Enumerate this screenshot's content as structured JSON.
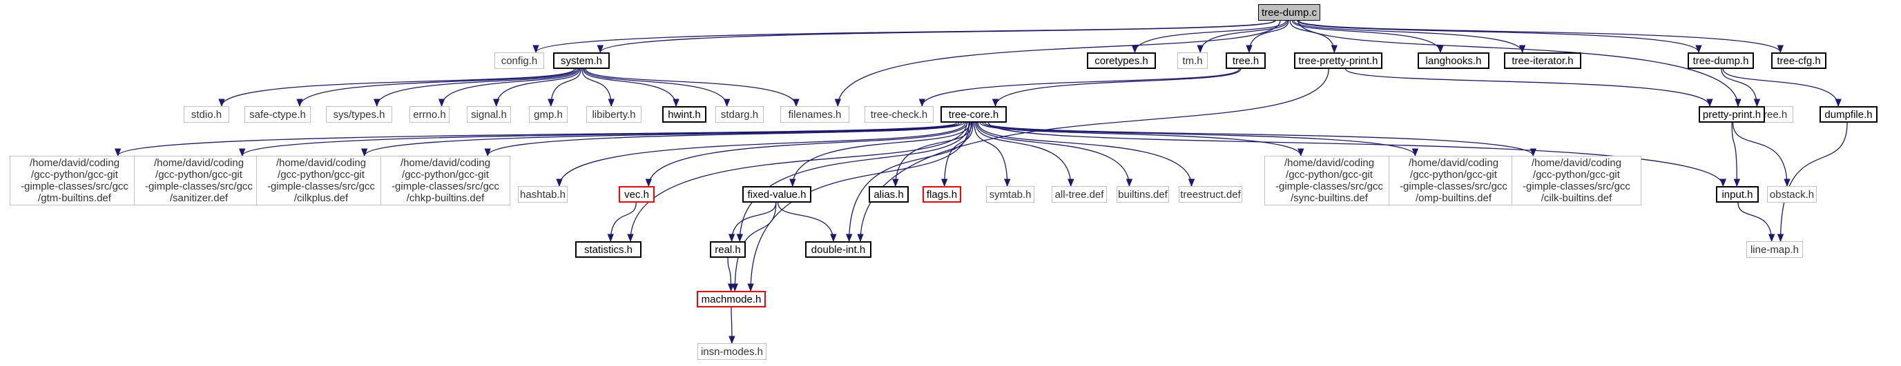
{
  "graph": {
    "colors": {
      "edge": "#191970",
      "root_fill": "#bfbfbf",
      "grey_border": "#bfbfbf",
      "red_border": "#ff0000"
    },
    "nodes": [
      {
        "id": "n0",
        "label": "tree-dump.c",
        "style": "root"
      },
      {
        "id": "n1",
        "label": "config.h",
        "style": "grey"
      },
      {
        "id": "n2",
        "label": "system.h",
        "style": "black"
      },
      {
        "id": "n3",
        "label": "coretypes.h",
        "style": "black"
      },
      {
        "id": "n4",
        "label": "tm.h",
        "style": "grey"
      },
      {
        "id": "n5",
        "label": "tree.h",
        "style": "black"
      },
      {
        "id": "n6",
        "label": "tree-pretty-print.h",
        "style": "black"
      },
      {
        "id": "n7",
        "label": "langhooks.h",
        "style": "black"
      },
      {
        "id": "n8",
        "label": "tree-iterator.h",
        "style": "black"
      },
      {
        "id": "n9",
        "label": "tree-dump.h",
        "style": "black"
      },
      {
        "id": "n10",
        "label": "tree-cfg.h",
        "style": "black"
      },
      {
        "id": "n11",
        "label": "stdio.h",
        "style": "grey"
      },
      {
        "id": "n12",
        "label": "safe-ctype.h",
        "style": "grey"
      },
      {
        "id": "n13",
        "label": "sys/types.h",
        "style": "grey"
      },
      {
        "id": "n14",
        "label": "errno.h",
        "style": "grey"
      },
      {
        "id": "n15",
        "label": "signal.h",
        "style": "grey"
      },
      {
        "id": "n16",
        "label": "gmp.h",
        "style": "grey"
      },
      {
        "id": "n17",
        "label": "libiberty.h",
        "style": "grey"
      },
      {
        "id": "n18",
        "label": "hwint.h",
        "style": "black"
      },
      {
        "id": "n19",
        "label": "stdarg.h",
        "style": "grey"
      },
      {
        "id": "n20",
        "label": "filenames.h",
        "style": "grey"
      },
      {
        "id": "n21",
        "label": "tree-check.h",
        "style": "grey"
      },
      {
        "id": "n22",
        "label": "tree-core.h",
        "style": "black"
      },
      {
        "id": "n23",
        "label": "splay-tree.h",
        "style": "grey"
      },
      {
        "id": "n24",
        "label": "pretty-print.h",
        "style": "black"
      },
      {
        "id": "n25",
        "label": "dumpfile.h",
        "style": "black"
      },
      {
        "id": "n26",
        "label": "/home/david/coding\n/gcc-python/gcc-git\n-gimple-classes/src/gcc\n/gtm-builtins.def",
        "style": "grey"
      },
      {
        "id": "n27",
        "label": "/home/david/coding\n/gcc-python/gcc-git\n-gimple-classes/src/gcc\n/sanitizer.def",
        "style": "grey"
      },
      {
        "id": "n28",
        "label": "/home/david/coding\n/gcc-python/gcc-git\n-gimple-classes/src/gcc\n/cilkplus.def",
        "style": "grey"
      },
      {
        "id": "n29",
        "label": "/home/david/coding\n/gcc-python/gcc-git\n-gimple-classes/src/gcc\n/chkp-builtins.def",
        "style": "grey"
      },
      {
        "id": "n30",
        "label": "hashtab.h",
        "style": "grey"
      },
      {
        "id": "n31",
        "label": "vec.h",
        "style": "red"
      },
      {
        "id": "n32",
        "label": "fixed-value.h",
        "style": "black"
      },
      {
        "id": "n33",
        "label": "alias.h",
        "style": "black"
      },
      {
        "id": "n34",
        "label": "flags.h",
        "style": "red"
      },
      {
        "id": "n35",
        "label": "symtab.h",
        "style": "grey"
      },
      {
        "id": "n36",
        "label": "all-tree.def",
        "style": "grey"
      },
      {
        "id": "n37",
        "label": "builtins.def",
        "style": "grey"
      },
      {
        "id": "n38",
        "label": "treestruct.def",
        "style": "grey"
      },
      {
        "id": "n39",
        "label": "/home/david/coding\n/gcc-python/gcc-git\n-gimple-classes/src/gcc\n/sync-builtins.def",
        "style": "grey"
      },
      {
        "id": "n40",
        "label": "/home/david/coding\n/gcc-python/gcc-git\n-gimple-classes/src/gcc\n/omp-builtins.def",
        "style": "grey"
      },
      {
        "id": "n41",
        "label": "/home/david/coding\n/gcc-python/gcc-git\n-gimple-classes/src/gcc\n/cilk-builtins.def",
        "style": "grey"
      },
      {
        "id": "n42",
        "label": "input.h",
        "style": "black"
      },
      {
        "id": "n43",
        "label": "obstack.h",
        "style": "grey"
      },
      {
        "id": "n44",
        "label": "statistics.h",
        "style": "black"
      },
      {
        "id": "n45",
        "label": "real.h",
        "style": "black"
      },
      {
        "id": "n46",
        "label": "double-int.h",
        "style": "black"
      },
      {
        "id": "n47",
        "label": "line-map.h",
        "style": "grey"
      },
      {
        "id": "n48",
        "label": "machmode.h",
        "style": "red"
      },
      {
        "id": "n49",
        "label": "insn-modes.h",
        "style": "grey"
      }
    ],
    "edges": [
      [
        "n0",
        "n1"
      ],
      [
        "n0",
        "n2"
      ],
      [
        "n0",
        "n3"
      ],
      [
        "n0",
        "n4"
      ],
      [
        "n0",
        "n5"
      ],
      [
        "n0",
        "n6"
      ],
      [
        "n0",
        "n7"
      ],
      [
        "n0",
        "n8"
      ],
      [
        "n0",
        "n9"
      ],
      [
        "n0",
        "n10"
      ],
      [
        "n0",
        "n20"
      ],
      [
        "n0",
        "n23"
      ],
      [
        "n2",
        "n11"
      ],
      [
        "n2",
        "n12"
      ],
      [
        "n2",
        "n13"
      ],
      [
        "n2",
        "n14"
      ],
      [
        "n2",
        "n15"
      ],
      [
        "n2",
        "n16"
      ],
      [
        "n2",
        "n17"
      ],
      [
        "n2",
        "n18"
      ],
      [
        "n2",
        "n19"
      ],
      [
        "n2",
        "n20"
      ],
      [
        "n5",
        "n21"
      ],
      [
        "n5",
        "n22"
      ],
      [
        "n6",
        "n24"
      ],
      [
        "n6",
        "n46"
      ],
      [
        "n9",
        "n23"
      ],
      [
        "n9",
        "n25"
      ],
      [
        "n22",
        "n26"
      ],
      [
        "n22",
        "n27"
      ],
      [
        "n22",
        "n28"
      ],
      [
        "n22",
        "n29"
      ],
      [
        "n22",
        "n30"
      ],
      [
        "n22",
        "n31"
      ],
      [
        "n22",
        "n32"
      ],
      [
        "n22",
        "n33"
      ],
      [
        "n22",
        "n34"
      ],
      [
        "n22",
        "n35"
      ],
      [
        "n22",
        "n36"
      ],
      [
        "n22",
        "n37"
      ],
      [
        "n22",
        "n38"
      ],
      [
        "n22",
        "n39"
      ],
      [
        "n22",
        "n40"
      ],
      [
        "n22",
        "n41"
      ],
      [
        "n22",
        "n42"
      ],
      [
        "n22",
        "n44"
      ],
      [
        "n22",
        "n45"
      ],
      [
        "n22",
        "n46"
      ],
      [
        "n22",
        "n48"
      ],
      [
        "n31",
        "n44"
      ],
      [
        "n32",
        "n45"
      ],
      [
        "n32",
        "n46"
      ],
      [
        "n32",
        "n48"
      ],
      [
        "n45",
        "n48"
      ],
      [
        "n48",
        "n49"
      ],
      [
        "n24",
        "n42"
      ],
      [
        "n24",
        "n43"
      ],
      [
        "n25",
        "n47"
      ],
      [
        "n42",
        "n47"
      ]
    ]
  }
}
